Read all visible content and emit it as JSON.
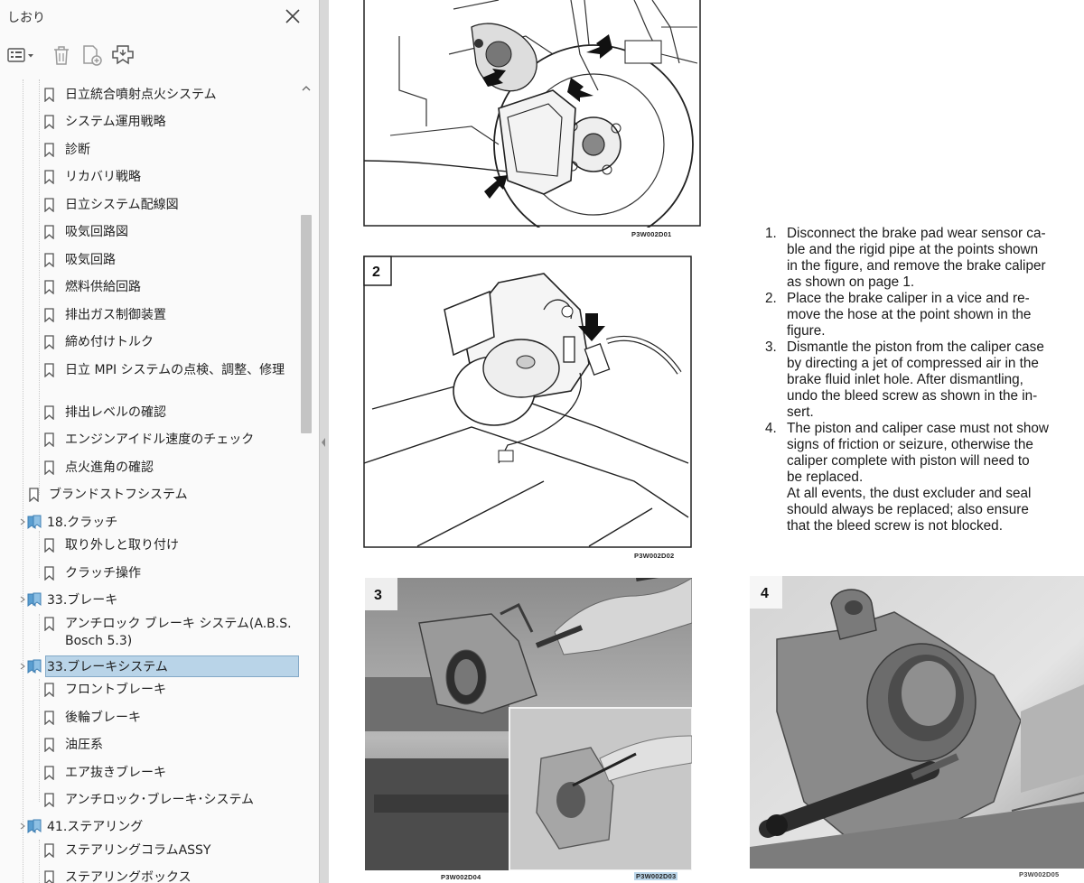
{
  "bookmarks_panel": {
    "title": "しおり",
    "items": [
      {
        "label": "日立統合噴射点火システム",
        "level": 2
      },
      {
        "label": "システム運用戦略",
        "level": 2
      },
      {
        "label": "診断",
        "level": 2
      },
      {
        "label": "リカバリ戦略",
        "level": 2
      },
      {
        "label": "日立システム配線図",
        "level": 2
      },
      {
        "label": "吸気回路図",
        "level": 2
      },
      {
        "label": "吸気回路",
        "level": 2
      },
      {
        "label": "燃料供給回路",
        "level": 2
      },
      {
        "label": "排出ガス制御装置",
        "level": 2
      },
      {
        "label": "締め付けトルク",
        "level": 2
      },
      {
        "label": "日立 MPI システムの点検、調整、修理",
        "level": 2
      },
      {
        "label": "排出レベルの確認",
        "level": 2
      },
      {
        "label": "エンジンアイドル速度のチェック",
        "level": 2
      },
      {
        "label": "点火進角の確認",
        "level": 2
      },
      {
        "label": "ブランドストフシステム",
        "level": 1
      },
      {
        "label": "18.クラッチ",
        "level": 1,
        "expandable": true
      },
      {
        "label": "取り外しと取り付け",
        "level": 2
      },
      {
        "label": "クラッチ操作",
        "level": 2
      },
      {
        "label": "33.ブレーキ",
        "level": 1,
        "expandable": true
      },
      {
        "label": "アンチロック ブレーキ システム(A.B.S. Bosch 5.3)",
        "level": 2
      },
      {
        "label": "33.ブレーキシステム",
        "level": 1,
        "expandable": true,
        "selected": true
      },
      {
        "label": "フロントブレーキ",
        "level": 2
      },
      {
        "label": "後輪ブレーキ",
        "level": 2
      },
      {
        "label": "油圧系",
        "level": 2
      },
      {
        "label": "エア抜きブレーキ",
        "level": 2
      },
      {
        "label": "アンチロック･ブレーキ･システム",
        "level": 2
      },
      {
        "label": "41.ステアリング",
        "level": 1,
        "expandable": true
      },
      {
        "label": "ステアリングコラムASSY",
        "level": 2
      },
      {
        "label": "ステアリングボックス",
        "level": 2
      }
    ]
  },
  "document": {
    "figures": {
      "fig1": {
        "code": "P3W002D01"
      },
      "fig2": {
        "number": "2",
        "code": "P3W002D02"
      },
      "fig3": {
        "number": "3",
        "code_a": "P3W002D04",
        "code_b": "P3W002D03"
      },
      "fig4": {
        "number": "4",
        "code": "P3W002D05"
      }
    },
    "steps": [
      {
        "n": "1.",
        "lines": [
          "Disconnect the brake pad wear sensor ca-",
          "ble and the rigid pipe at the points shown",
          "in the figure, and remove the brake caliper",
          "as shown on page 1."
        ]
      },
      {
        "n": "2.",
        "lines": [
          "Place the brake caliper in a vice and re-",
          "move the hose at the point shown in the",
          "figure."
        ]
      },
      {
        "n": "3.",
        "lines": [
          "Dismantle the piston from the caliper case",
          "by directing a jet of compressed air in the",
          "brake fluid inlet hole. After dismantling,",
          "undo the bleed screw as shown in the in-",
          "sert."
        ]
      },
      {
        "n": "4.",
        "lines": [
          "The piston and caliper case must not show",
          "signs of friction or seizure, otherwise the",
          "caliper complete with piston will need to",
          "be replaced.",
          "At all events, the dust excluder and seal",
          "should always be replaced; also ensure",
          "that the bleed screw is not blocked."
        ]
      }
    ]
  },
  "colors": {
    "selection": "#b9d4e8",
    "panel_bg": "#fafafa",
    "splitter": "#d8d8d8"
  }
}
